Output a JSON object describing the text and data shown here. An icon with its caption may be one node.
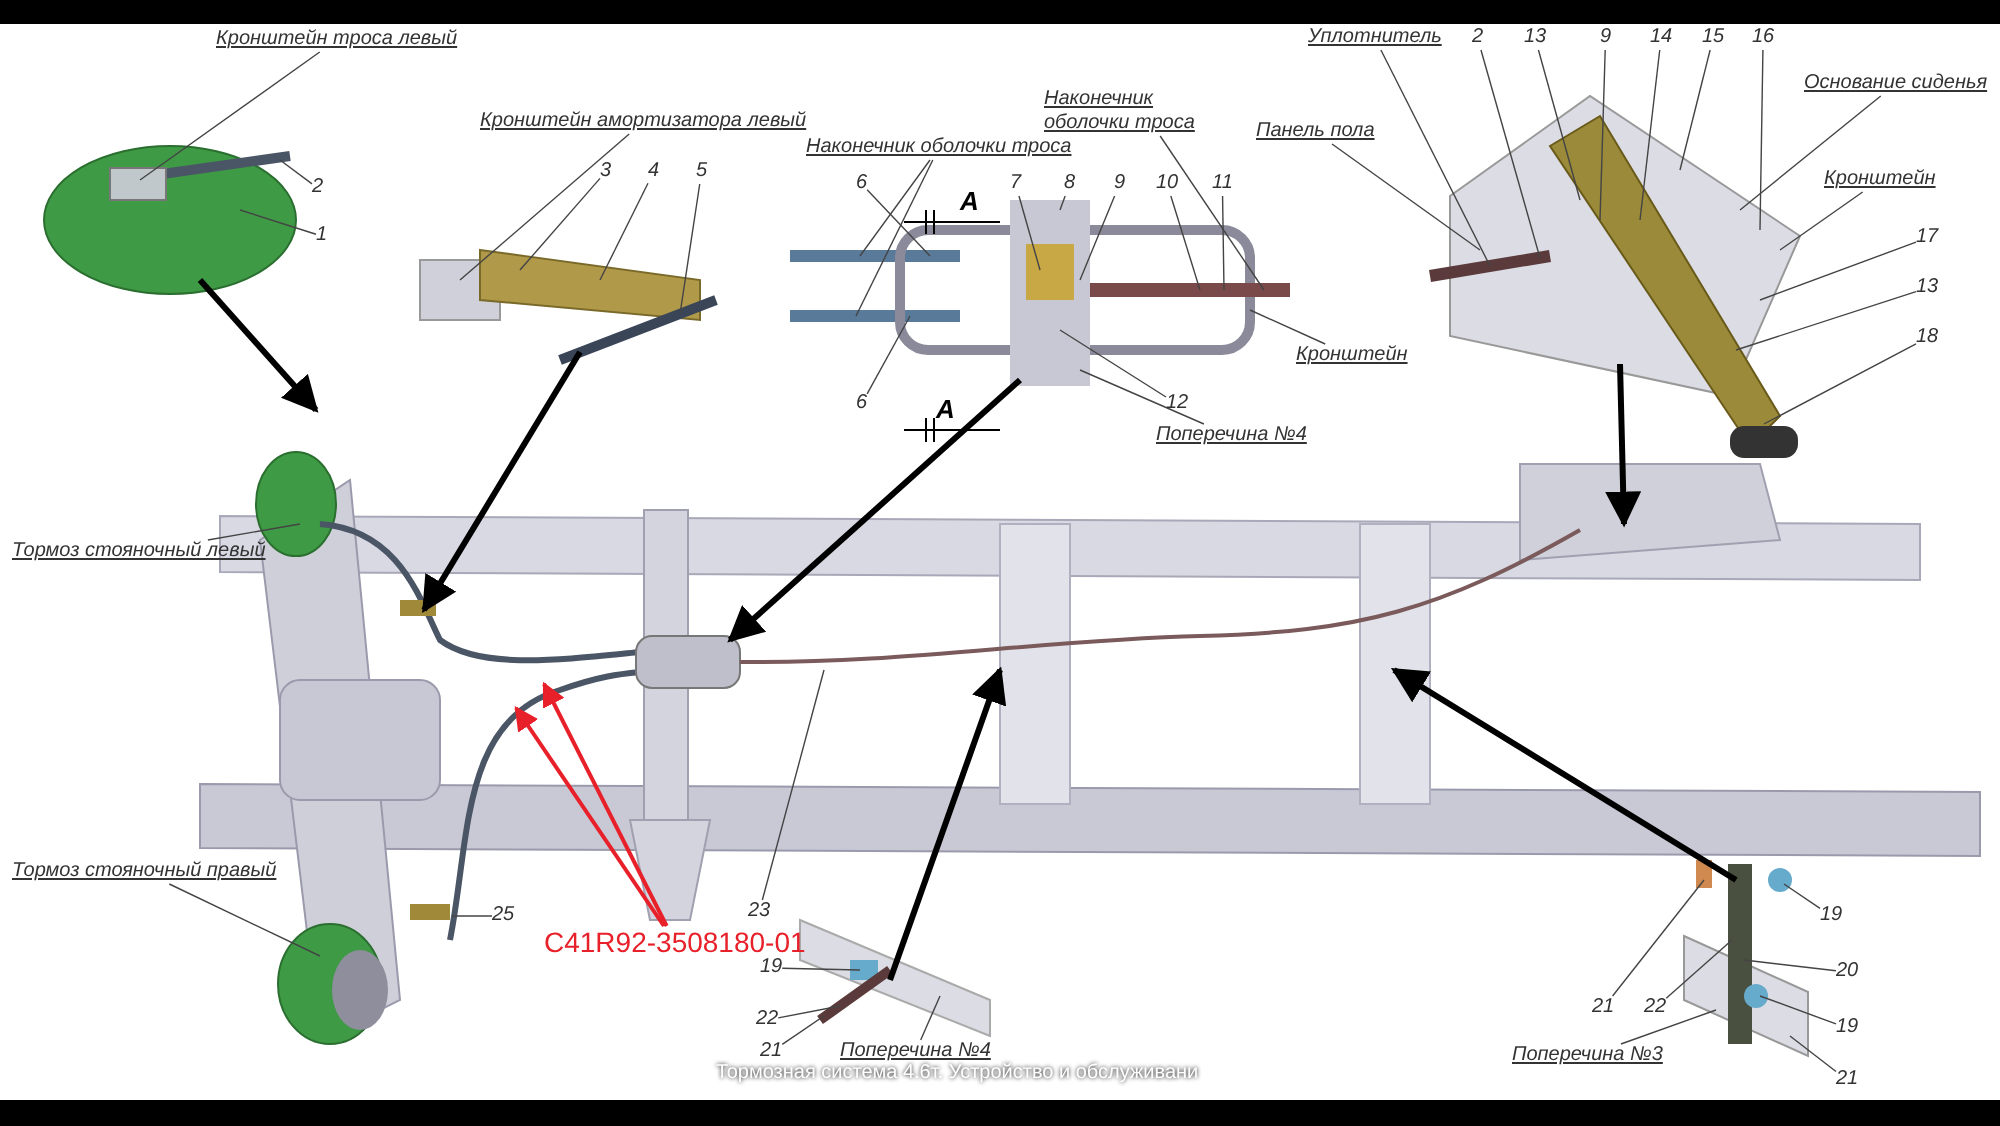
{
  "diagram": {
    "caption": "Тормозная система 4.6т. Устройство и обслуживани",
    "nodes": [
      {
        "text": [],
        "shape": "picture"
      },
      {
        "text": [
          "Кронштейн троса левый"
        ]
      },
      {
        "text": [
          "2"
        ]
      },
      {
        "text": [
          "1"
        ]
      },
      {
        "text": [],
        "shape": "picture"
      },
      {
        "text": [
          "Кронштейн амортизатора левый"
        ]
      },
      {
        "text": [
          "3"
        ]
      },
      {
        "text": [
          "4"
        ]
      },
      {
        "text": [
          "5"
        ]
      },
      {
        "text": [],
        "shape": "picture"
      },
      {
        "text": [
          "Наконечник оболочки троса"
        ]
      },
      {
        "text": [
          "Наконечник оболочки троса"
        ]
      },
      {
        "text": [
          "6"
        ]
      },
      {
        "text": [
          "7"
        ]
      },
      {
        "text": [
          "8"
        ]
      },
      {
        "text": [
          "9"
        ]
      },
      {
        "text": [
          "10"
        ]
      },
      {
        "text": [
          "11"
        ]
      },
      {
        "text": [
          "6"
        ]
      },
      {
        "text": [
          "12"
        ]
      },
      {
        "text": [
          "Кронштейн"
        ]
      },
      {
        "text": [
          "Поперечина №4"
        ]
      },
      {
        "text": [],
        "shape": "picture"
      },
      {
        "text": [
          "Уплотнитель"
        ]
      },
      {
        "text": [
          "2"
        ]
      },
      {
        "text": [
          "13"
        ]
      },
      {
        "text": [
          "9"
        ]
      },
      {
        "text": [
          "14"
        ]
      },
      {
        "text": [
          "15"
        ]
      },
      {
        "text": [
          "16"
        ]
      },
      {
        "text": [
          "Панель пола"
        ]
      },
      {
        "text": [
          "Основание сиденья"
        ]
      },
      {
        "text": [
          "Кронштейн"
        ]
      },
      {
        "text": [
          "17"
        ]
      },
      {
        "text": [
          "13"
        ]
      },
      {
        "text": [
          "18"
        ]
      },
      {
        "text": [
          "Тормоз стояночный левый"
        ]
      },
      {
        "text": [
          "Тормоз стояночный правый"
        ]
      },
      {
        "text": [
          "25"
        ]
      },
      {
        "text": [
          "23"
        ]
      },
      {
        "text": [
          "C41R92-3508180-01"
        ]
      },
      {
        "text": [],
        "shape": "picture"
      },
      {
        "text": [
          "19"
        ]
      },
      {
        "text": [
          "22"
        ]
      },
      {
        "text": [
          "21"
        ]
      },
      {
        "text": [
          "Поперечина №4"
        ]
      },
      {
        "text": [],
        "shape": "picture"
      },
      {
        "text": [
          "21"
        ]
      },
      {
        "text": [
          "22"
        ]
      },
      {
        "text": [
          "19"
        ]
      },
      {
        "text": [
          "20"
        ]
      },
      {
        "text": [
          "19"
        ]
      },
      {
        "text": [
          "Поперечина №3"
        ]
      },
      {
        "text": [
          "21"
        ]
      }
    ],
    "edges": [
      {
        "from": 0,
        "to": null,
        "arrow": "to",
        "style": "thick"
      },
      {
        "from": 1,
        "to": 0,
        "arrow": "none"
      },
      {
        "from": 2,
        "to": 0,
        "arrow": "none"
      },
      {
        "from": 3,
        "to": 0,
        "arrow": "none"
      },
      {
        "from": 4,
        "to": null,
        "arrow": "to",
        "style": "thick"
      },
      {
        "from": 5,
        "to": 4,
        "arrow": "none"
      },
      {
        "from": 6,
        "to": 4,
        "arrow": "none"
      },
      {
        "from": 7,
        "to": 4,
        "arrow": "none"
      },
      {
        "from": 8,
        "to": 4,
        "arrow": "none"
      },
      {
        "from": 9,
        "to": null,
        "arrow": "to",
        "style": "thick"
      },
      {
        "from": 10,
        "to": 9,
        "arrow": "none"
      },
      {
        "from": 11,
        "to": 9,
        "arrow": "none"
      },
      {
        "from": 11,
        "to": 9,
        "arrow": "none"
      },
      {
        "from": 12,
        "to": 9,
        "arrow": "none"
      },
      {
        "from": 13,
        "to": 9,
        "arrow": "none"
      },
      {
        "from": 14,
        "to": 9,
        "arrow": "none"
      },
      {
        "from": 15,
        "to": 9,
        "arrow": "none"
      },
      {
        "from": 16,
        "to": 9,
        "arrow": "none"
      },
      {
        "from": 17,
        "to": 9,
        "arrow": "none"
      },
      {
        "from": 18,
        "to": 9,
        "arrow": "none"
      },
      {
        "from": 19,
        "to": 9,
        "arrow": "none"
      },
      {
        "from": 20,
        "to": 9,
        "arrow": "none"
      },
      {
        "from": 21,
        "to": 9,
        "arrow": "none"
      },
      {
        "from": 22,
        "to": null,
        "arrow": "to",
        "style": "thick"
      },
      {
        "from": 23,
        "to": 22,
        "arrow": "none"
      },
      {
        "from": 24,
        "to": 22,
        "arrow": "none"
      },
      {
        "from": 25,
        "to": 22,
        "arrow": "none"
      },
      {
        "from": 26,
        "to": 22,
        "arrow": "none"
      },
      {
        "from": 27,
        "to": 22,
        "arrow": "none"
      },
      {
        "from": 28,
        "to": 22,
        "arrow": "none"
      },
      {
        "from": 29,
        "to": 22,
        "arrow": "none"
      },
      {
        "from": 30,
        "to": 22,
        "arrow": "none"
      },
      {
        "from": 31,
        "to": 22,
        "arrow": "none"
      },
      {
        "from": 32,
        "to": 22,
        "arrow": "none"
      },
      {
        "from": 33,
        "to": 22,
        "arrow": "none"
      },
      {
        "from": 34,
        "to": 22,
        "arrow": "none"
      },
      {
        "from": 35,
        "to": 22,
        "arrow": "none"
      },
      {
        "from": 36,
        "to": null,
        "arrow": "none"
      },
      {
        "from": 37,
        "to": null,
        "arrow": "none"
      },
      {
        "from": 38,
        "to": null,
        "arrow": "none"
      },
      {
        "from": 39,
        "to": null,
        "arrow": "none"
      },
      {
        "from": 40,
        "to": null,
        "arrow": "to",
        "color": "#e8202a"
      },
      {
        "from": 40,
        "to": null,
        "arrow": "to",
        "color": "#e8202a"
      },
      {
        "from": 41,
        "to": null,
        "arrow": "to",
        "style": "thick"
      },
      {
        "from": 42,
        "to": 41,
        "arrow": "none"
      },
      {
        "from": 43,
        "to": 41,
        "arrow": "none"
      },
      {
        "from": 44,
        "to": 41,
        "arrow": "none"
      },
      {
        "from": 45,
        "to": 41,
        "arrow": "none"
      },
      {
        "from": 46,
        "to": null,
        "arrow": "to",
        "style": "thick"
      },
      {
        "from": 47,
        "to": 46,
        "arrow": "none"
      },
      {
        "from": 48,
        "to": 46,
        "arrow": "none"
      },
      {
        "from": 49,
        "to": 46,
        "arrow": "none"
      },
      {
        "from": 50,
        "to": 46,
        "arrow": "none"
      },
      {
        "from": 51,
        "to": 46,
        "arrow": "none"
      },
      {
        "from": 52,
        "to": 46,
        "arrow": "none"
      },
      {
        "from": 53,
        "to": 46,
        "arrow": "none"
      }
    ],
    "labels": [
      "А",
      "А"
    ]
  }
}
